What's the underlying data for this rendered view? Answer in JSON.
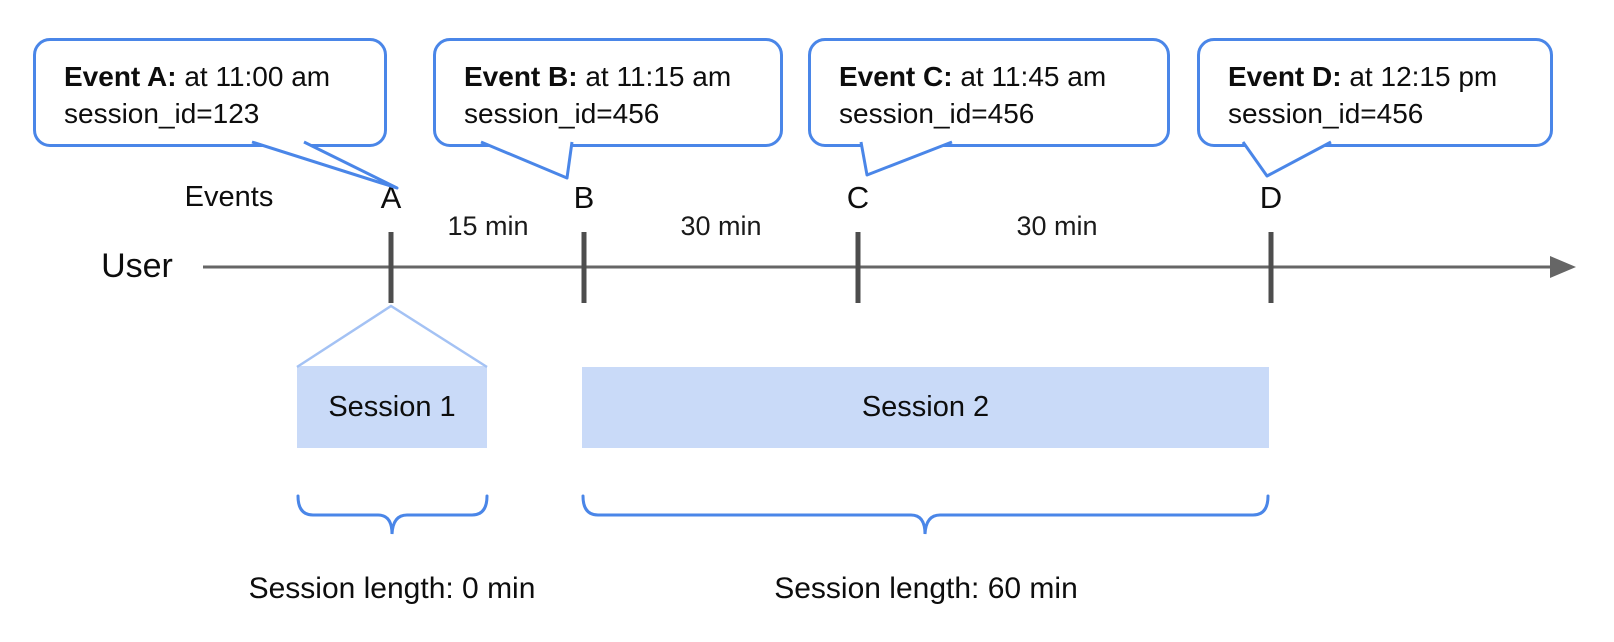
{
  "axis": {
    "events_label": "Events",
    "user_label": "User"
  },
  "bubbles": [
    {
      "bold": "Event A:",
      "rest": "at 11:00 am",
      "session_line": "session_id=123",
      "letter": "A"
    },
    {
      "bold": "Event B:",
      "rest": "at 11:15 am",
      "session_line": "session_id=456",
      "letter": "B"
    },
    {
      "bold": "Event C:",
      "rest": "at 11:45 am",
      "session_line": "session_id=456",
      "letter": "C"
    },
    {
      "bold": "Event D:",
      "rest": "at 12:15 pm",
      "session_line": "session_id=456",
      "letter": "D"
    }
  ],
  "gaps": [
    "15 min",
    "30 min",
    "30 min"
  ],
  "sessions": [
    {
      "label": "Session 1",
      "length_label": "Session length: 0 min"
    },
    {
      "label": "Session 2",
      "length_label": "Session length: 60 min"
    }
  ],
  "colors": {
    "bubble_border": "#4a86e8",
    "brace": "#4a86e8",
    "session_fill": "#c9daf8",
    "funnel_line": "#a4c2f4",
    "timeline_gray": "#666666",
    "tick_gray": "#4d4d4d",
    "text": "#0d0d0d"
  }
}
